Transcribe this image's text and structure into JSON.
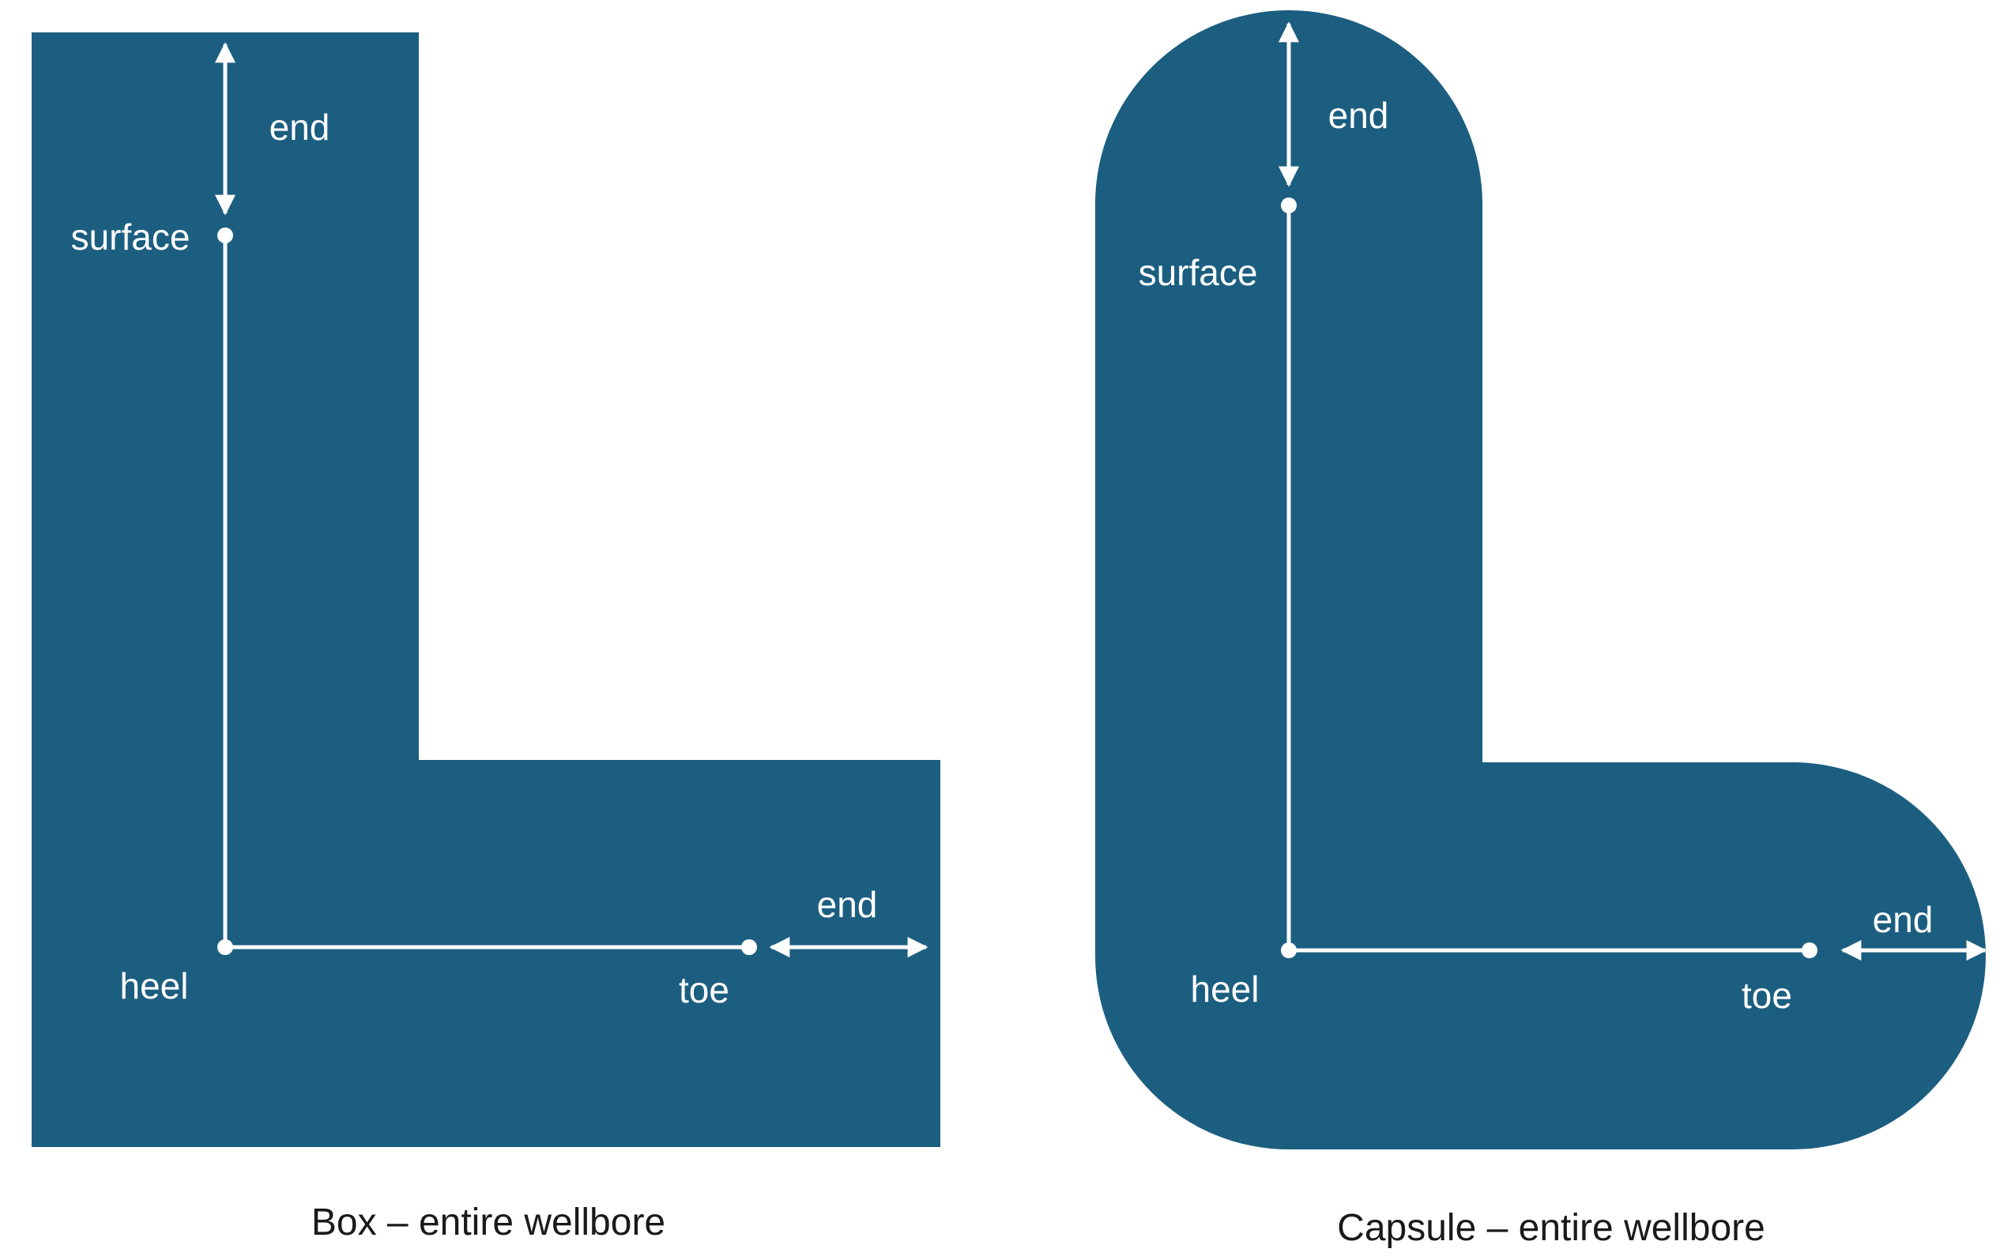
{
  "colors": {
    "shape_fill": "#1C5E80",
    "wellbore_line": "#FFFFFF",
    "label_text": "#FFFFFF",
    "caption_text": "#1A1A1A"
  },
  "box_diagram": {
    "caption": "Box – entire wellbore",
    "labels": {
      "end_top": "end",
      "surface": "surface",
      "heel": "heel",
      "toe": "toe",
      "end_right": "end"
    }
  },
  "capsule_diagram": {
    "caption": "Capsule – entire wellbore",
    "labels": {
      "end_top": "end",
      "surface": "surface",
      "heel": "heel",
      "toe": "toe",
      "end_right": "end"
    }
  }
}
